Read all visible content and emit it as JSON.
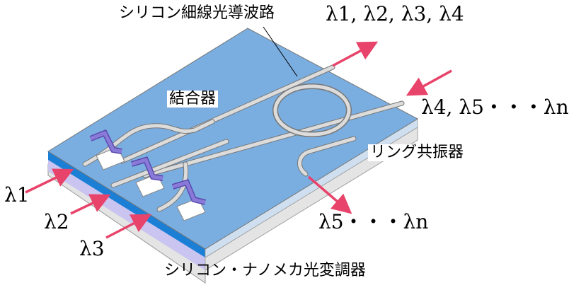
{
  "labels": {
    "silicon_wire_waveguide": "シリコン細線光導波路",
    "coupler": "結合器",
    "ring_resonator": "リング共振器",
    "modulator": "シリコン・ナノメカ光変調器"
  },
  "wavelengths": {
    "out_top": "λ1, λ2, λ3, λ4",
    "in_right": "λ4, λ5・・・λn",
    "out_drop": "λ5・・・λn",
    "in_1": "λ1",
    "in_2": "λ2",
    "in_3": "λ3"
  },
  "colors": {
    "chip_top": "#7aaee0",
    "chip_blue_layer": "#1c7fd6",
    "chip_lavender_layer": "#c9c4f0",
    "chip_base": "#e4e4e4",
    "waveguide": "#dcdcdc",
    "arrow": "#e8436a",
    "modulator": "#8a7ad8"
  }
}
